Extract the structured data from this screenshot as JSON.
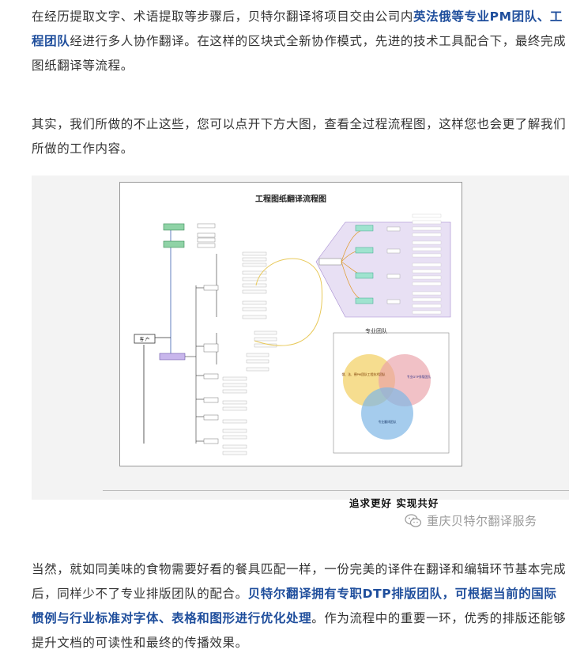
{
  "para1": {
    "t1": "在经历提取文字、术语提取等步骤后，贝特尔翻译将项目交由公司内",
    "h1": "英法俄等专业PM团队、工程团队",
    "t2": "经进行多人协作翻译。在这样的区块式全新协作模式，先进的技术工具配合下，最终完成图纸翻译等流程。"
  },
  "para2": {
    "text": "其实，我们所做的不止这些，您可以点开下方大图，查看全过程流程图，这样您也会更了解我们所做的工作内容。"
  },
  "figure": {
    "title": "工程图纸翻译流程图",
    "customer_label": "客 户",
    "venn_title": "专业团队",
    "venn_a": "俄、法、德PM团队工程技术团队",
    "venn_b": "专业DTP排版团队",
    "venn_c": "专业翻译团队",
    "colors": {
      "venn_a": "#f3d26a",
      "venn_b": "#e9a0a8",
      "venn_c": "#7fb6e6",
      "arc": "#e8c95a",
      "panel": "#e8e0f4"
    }
  },
  "slogan": "追求更好 实现共好",
  "wechat": {
    "icon": "wechat-icon",
    "name": "重庆贝特尔翻译服务"
  },
  "para3": {
    "t1": "当然，就如同美味的食物需要好看的餐具匹配一样，一份完美的译件在翻译和编辑环节基本完成后，同样少不了专业排版团队的配合。",
    "h1": "贝特尔翻译拥有专职DTP排版团队，可根据当前的国际惯例与行业标准对字体、表格和图形进行优化处理",
    "t2": "。作为流程中的重要一环，优秀的排版还能够提升文档的可读性和最终的传播效果。"
  }
}
